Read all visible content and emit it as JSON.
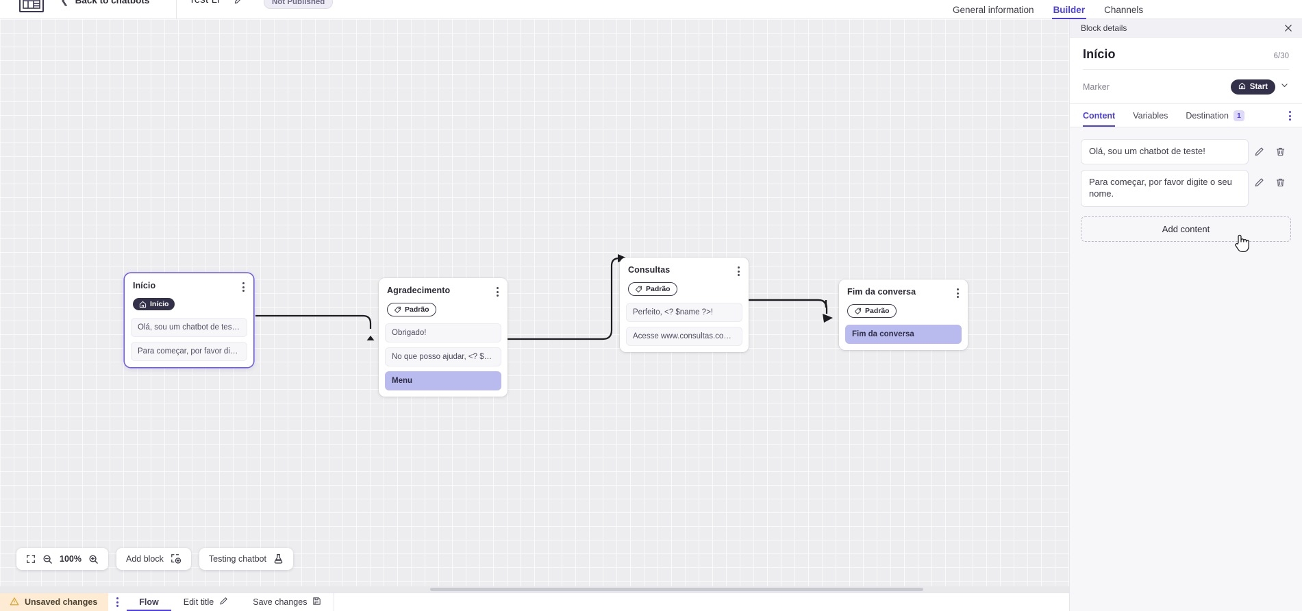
{
  "topbar": {
    "logo_icon": "brand-logo-icon",
    "back_label": "Back to chatbots",
    "back_chevron_icon": "chevron-left-icon",
    "bot_title": "Test Li",
    "edit_title_icon": "pencil-icon",
    "publish_status": "Not Published",
    "tabs": [
      {
        "label": "General information",
        "active": false
      },
      {
        "label": "Builder",
        "active": true
      },
      {
        "label": "Channels",
        "active": false
      }
    ]
  },
  "canvas": {
    "nodes": [
      {
        "title": "Início",
        "tag": "Início",
        "tag_type": "start",
        "tag_icon": "home-icon",
        "selected": true,
        "messages": [
          {
            "text": "Olá, sou um chatbot de teste!",
            "style": "plain"
          },
          {
            "text": "Para começar, por favor digite o ...",
            "style": "plain"
          }
        ]
      },
      {
        "title": "Agradecimento",
        "tag": "Padrão",
        "tag_type": "padrao",
        "tag_icon": "tag-icon",
        "selected": false,
        "messages": [
          {
            "text": "Obrigado!",
            "style": "plain"
          },
          {
            "text": "No que posso ajudar, <? $name ...",
            "style": "plain"
          },
          {
            "text": "Menu",
            "style": "menu"
          }
        ]
      },
      {
        "title": "Consultas",
        "tag": "Padrão",
        "tag_type": "padrao",
        "tag_icon": "tag-icon",
        "selected": false,
        "messages": [
          {
            "text": "Perfeito, <? $name ?>!",
            "style": "plain"
          },
          {
            "text": "Acesse www.consultas.com par...",
            "style": "plain"
          }
        ]
      },
      {
        "title": "Fim da conversa",
        "tag": "Padrão",
        "tag_type": "padrao",
        "tag_icon": "tag-icon",
        "selected": false,
        "messages": [
          {
            "text": "Fim da conversa",
            "style": "endchat"
          }
        ]
      }
    ]
  },
  "toolbar": {
    "fit_icon": "fit-screen-icon",
    "zoom_out_icon": "zoom-out-icon",
    "zoom_level": "100%",
    "zoom_in_icon": "zoom-in-icon",
    "add_block_label": "Add block",
    "add_block_icon": "add-block-icon",
    "testing_label": "Testing chatbot",
    "testing_icon": "flask-icon"
  },
  "statusbar": {
    "warning_icon": "warning-icon",
    "unsaved_label": "Unsaved changes",
    "kebab_icon": "kebab-menu-icon",
    "flow_label": "Flow",
    "edit_title_label": "Edit title",
    "edit_title_icon": "pencil-icon",
    "save_label": "Save changes",
    "save_icon": "save-disk-icon"
  },
  "panel": {
    "header_title": "Block details",
    "close_icon": "close-icon",
    "block_name": "Início",
    "counter": "6/30",
    "marker_label": "Marker",
    "marker_value": "Start",
    "marker_icon": "home-icon",
    "marker_chevron_icon": "chevron-down-icon",
    "tabs": [
      {
        "label": "Content",
        "active": true,
        "badge": ""
      },
      {
        "label": "Variables",
        "active": false,
        "badge": ""
      },
      {
        "label": "Destination",
        "active": false,
        "badge": "1"
      }
    ],
    "tabs_kebab_icon": "kebab-menu-icon",
    "contents": [
      {
        "text": "Olá, sou um chatbot de teste!",
        "edit_icon": "pencil-icon",
        "delete_icon": "trash-icon"
      },
      {
        "text": "Para começar, por favor digite o seu nome.",
        "edit_icon": "pencil-icon",
        "delete_icon": "trash-icon"
      }
    ],
    "add_content_label": "Add content"
  },
  "colors": {
    "accent": "#4b3fe4",
    "node_selected": "#6c5ce7",
    "menu_block": "#b9bbee",
    "marker_dark": "#33304a",
    "warning_bg": "#fdecd3"
  }
}
